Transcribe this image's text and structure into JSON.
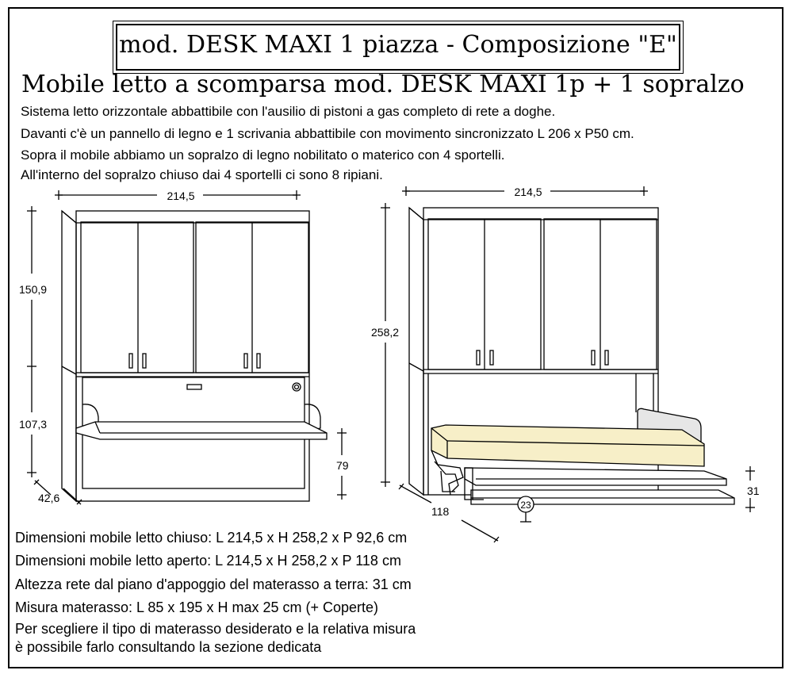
{
  "title": "mod. DESK MAXI 1 piazza - Composizione \"E\"",
  "subtitle": "Mobile letto a scomparsa mod. DESK  MAXI 1p + 1 sopralzo",
  "description": [
    "Sistema letto orizzontale abbattibile con l'ausilio di pistoni a gas completo di rete a doghe.",
    "Davanti c'è un pannello di legno e 1 scrivania abbattibile con movimento sincronizzato L 206 x P50 cm.",
    "Sopra il mobile abbiamo un sopralzo di legno nobilitato o materico con 4 sportelli.",
    "All'interno del sopralzo chiuso dai 4 sportelli ci sono 8 ripiani."
  ],
  "closed_view": {
    "width_label": "214,5",
    "top_height_label": "150,9",
    "bottom_height_label": "107,3",
    "desk_height_label": "79",
    "depth_label": "42,6"
  },
  "open_view": {
    "width_label": "214,5",
    "total_height_label": "258,2",
    "net_height_label": "31",
    "depth_label": "118",
    "circle_label": "23"
  },
  "specs": [
    "Dimensioni mobile letto chiuso: L 214,5 x H 258,2 x  P 92,6 cm",
    "Dimensioni mobile letto aperto: L 214,5 x H 258,2 x P 118 cm",
    "Altezza rete dal piano d'appoggio del materasso a terra: 31 cm",
    "Misura materasso: L 85 x 195 x H max 25 cm (+ Coperte)",
    "Per scegliere il tipo di materasso desiderato e la relativa misura",
    "è possibile farlo consultando la sezione dedicata"
  ],
  "colors": {
    "line": "#000000",
    "mattress": "#f7efc8",
    "shade": "#e6e6e6"
  }
}
